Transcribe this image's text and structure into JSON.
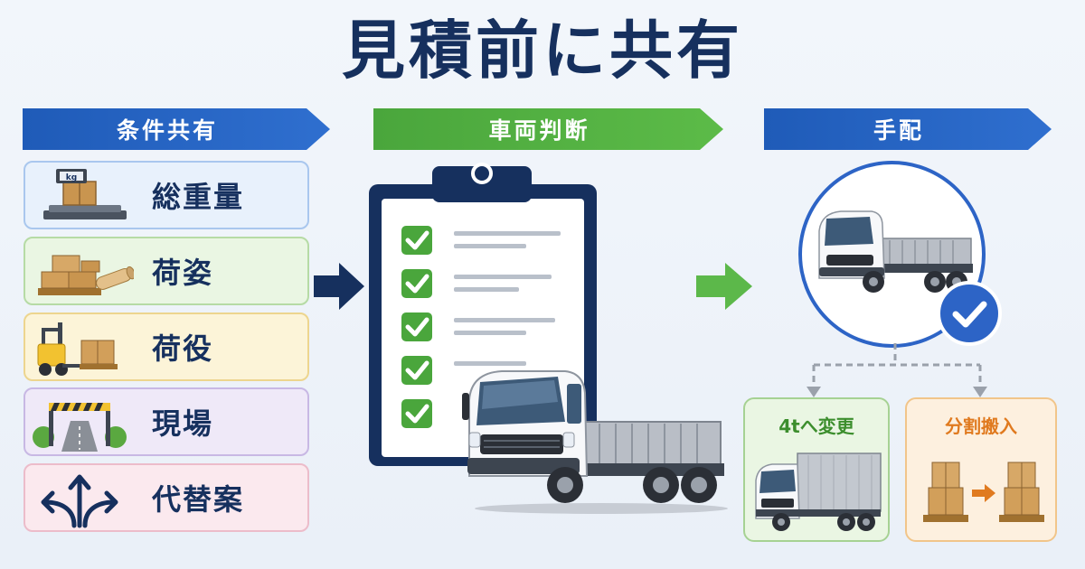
{
  "title": "見積前に共有",
  "steps": [
    {
      "label": "条件共有"
    },
    {
      "label": "車両判断"
    },
    {
      "label": "手配"
    }
  ],
  "conditions": [
    {
      "label": "総重量",
      "icon": "weight-scale-icon",
      "badge": "kg"
    },
    {
      "label": "荷姿",
      "icon": "pallet-cargo-icon"
    },
    {
      "label": "荷役",
      "icon": "forklift-icon"
    },
    {
      "label": "現場",
      "icon": "site-gate-icon"
    },
    {
      "label": "代替案",
      "icon": "branching-arrows-icon"
    }
  ],
  "options": [
    {
      "label": "4tへ変更",
      "icon": "box-truck-icon"
    },
    {
      "label": "分割搬入",
      "icon": "split-pallets-icon"
    }
  ],
  "colors": {
    "navy": "#16305e",
    "blue": "#2d64c6",
    "green": "#4aa63c",
    "orange": "#e07a1f"
  }
}
